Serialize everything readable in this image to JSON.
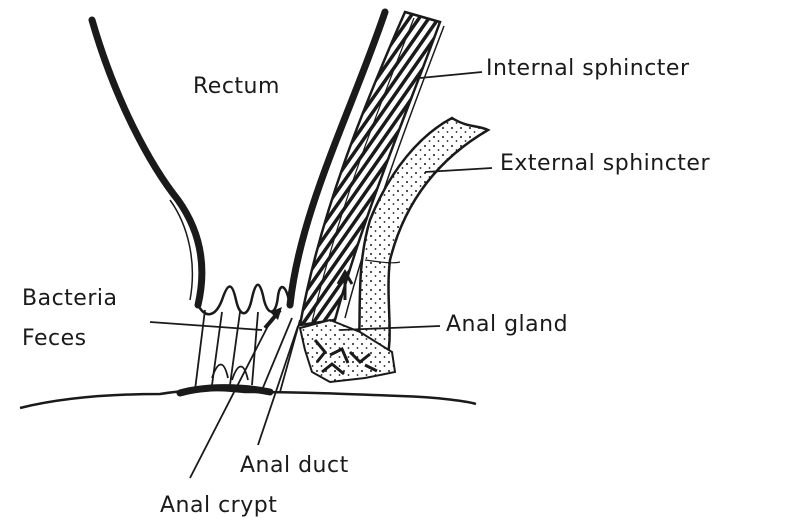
{
  "labels": {
    "rectum": "Rectum",
    "internal_sphincter": "Internal sphincter",
    "external_sphincter": "External sphincter",
    "bacteria": "Bacteria",
    "feces": "Feces",
    "anal_gland": "Anal gland",
    "anal_duct": "Anal duct",
    "anal_crypt": "Anal crypt"
  },
  "colors": {
    "ink": "#1a1a1a",
    "background": "#ffffff"
  }
}
